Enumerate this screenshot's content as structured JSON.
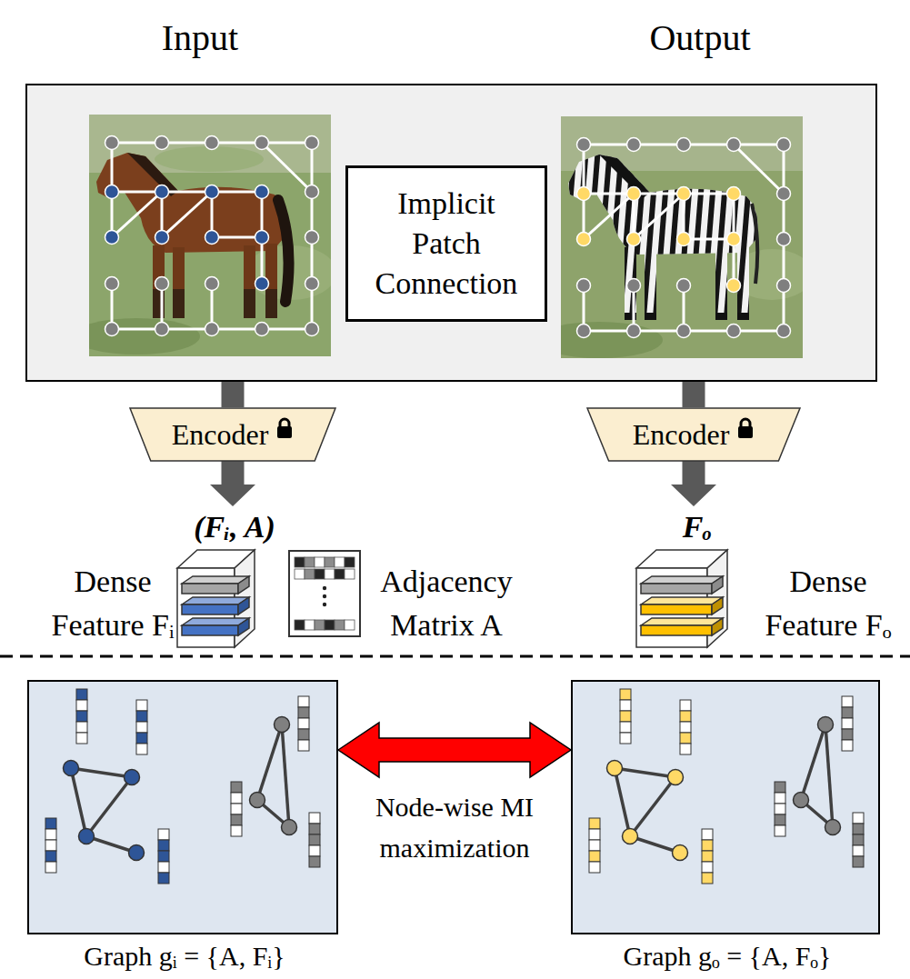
{
  "diagram": {
    "nodes": [
      {
        "text": [
          "Input",
          "Output"
        ]
      },
      {
        "text": [
          "Implicit Patch Connection"
        ],
        "in": 0
      },
      {
        "text": [
          "Encoder"
        ]
      },
      {
        "text": [
          "Encoder"
        ]
      },
      {
        "text": [
          "Graph gᵢ = {A, Fᵢ}"
        ]
      },
      {
        "text": [
          "Graph gₒ = {A, Fₒ}"
        ]
      }
    ],
    "edges": [
      {
        "from": 0,
        "to": 2,
        "arrow": "none"
      },
      {
        "from": 0,
        "to": 3,
        "arrow": "none"
      },
      {
        "from": 4,
        "to": 5,
        "arrow": "both",
        "label": "Node-wise MI maximization"
      }
    ],
    "labels": [
      "(Fᵢ, A)",
      "Dense Feature Fᵢ",
      "Adjacency Matrix A",
      "Fₒ",
      "Dense Feature Fₒ"
    ]
  }
}
